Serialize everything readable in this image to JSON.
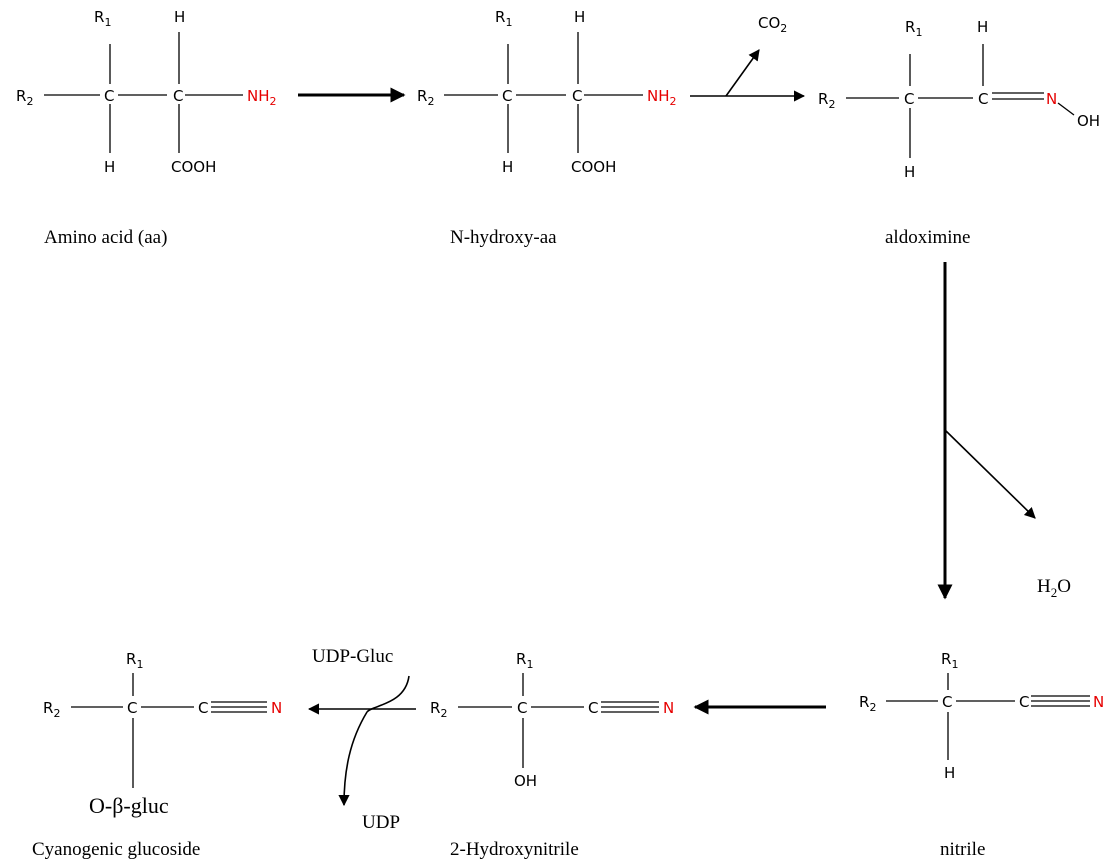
{
  "compounds": [
    {
      "id": "amino-acid",
      "name": "Amino acid (aa)",
      "r1": "R",
      "r1_sub": "1",
      "r2": "R",
      "r2_sub": "2",
      "c": "C",
      "h": "H",
      "cooh": "COOH",
      "nh2": "NH",
      "nh2_sub": "2"
    },
    {
      "id": "n-hydroxy-aa",
      "name": "N-hydroxy-aa",
      "r1": "R",
      "r1_sub": "1",
      "r2": "R",
      "r2_sub": "2",
      "c": "C",
      "h": "H",
      "cooh": "COOH",
      "nh2": "NH",
      "nh2_sub": "2"
    },
    {
      "id": "aldoximine",
      "name": "aldoximine",
      "r1": "R",
      "r1_sub": "1",
      "r2": "R",
      "r2_sub": "2",
      "c": "C",
      "h": "H",
      "n": "N",
      "oh": "OH"
    },
    {
      "id": "nitrile",
      "name": "nitrile",
      "r1": "R",
      "r1_sub": "1",
      "r2": "R",
      "r2_sub": "2",
      "c": "C",
      "h": "H",
      "n": "N"
    },
    {
      "id": "hydroxynitrile",
      "name": "2-Hydroxynitrile",
      "r1": "R",
      "r1_sub": "1",
      "r2": "R",
      "r2_sub": "2",
      "c": "C",
      "oh": "OH",
      "n": "N"
    },
    {
      "id": "cyanogenic-glucoside",
      "name": "Cyanogenic glucoside",
      "r1": "R",
      "r1_sub": "1",
      "r2": "R",
      "r2_sub": "2",
      "c": "C",
      "n": "N",
      "substituent": "O-β-gluc"
    }
  ],
  "byproducts": {
    "co2": "CO",
    "co2_sub": "2",
    "h2o_h": "H",
    "h2o_sub": "2",
    "h2o_o": "O",
    "udp_gluc": "UDP-Gluc",
    "udp": "UDP"
  },
  "colors": {
    "nitrogen": "#e60000",
    "line": "#000000"
  }
}
